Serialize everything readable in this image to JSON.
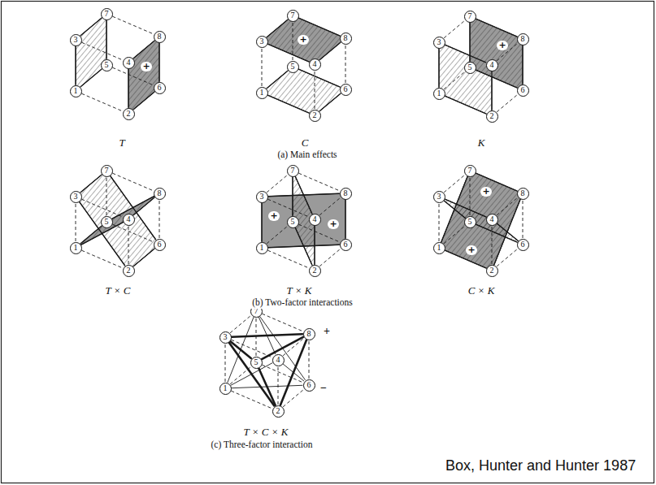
{
  "diagram": {
    "nodes": [
      {
        "text": [
          "1"
        ]
      },
      {
        "text": [
          "2"
        ]
      },
      {
        "text": [
          "3"
        ]
      },
      {
        "text": [
          "4"
        ]
      },
      {
        "text": [
          "5"
        ]
      },
      {
        "text": [
          "6"
        ]
      },
      {
        "text": [
          "7"
        ]
      },
      {
        "text": [
          "8"
        ]
      },
      {
        "text": [
          "1"
        ]
      },
      {
        "text": [
          "2"
        ]
      },
      {
        "text": [
          "3"
        ]
      },
      {
        "text": [
          "4"
        ]
      },
      {
        "text": [
          "5"
        ]
      },
      {
        "text": [
          "6"
        ]
      },
      {
        "text": [
          "7"
        ]
      },
      {
        "text": [
          "8"
        ]
      },
      {
        "text": [
          "1"
        ]
      },
      {
        "text": [
          "2"
        ]
      },
      {
        "text": [
          "3"
        ]
      },
      {
        "text": [
          "4"
        ]
      },
      {
        "text": [
          "5"
        ]
      },
      {
        "text": [
          "6"
        ]
      },
      {
        "text": [
          "7"
        ]
      },
      {
        "text": [
          "8"
        ]
      },
      {
        "text": [
          "1"
        ]
      },
      {
        "text": [
          "2"
        ]
      },
      {
        "text": [
          "3"
        ]
      },
      {
        "text": [
          "4"
        ]
      },
      {
        "text": [
          "5"
        ]
      },
      {
        "text": [
          "6"
        ]
      },
      {
        "text": [
          "7"
        ]
      },
      {
        "text": [
          "8"
        ]
      },
      {
        "text": [
          "1"
        ]
      },
      {
        "text": [
          "2"
        ]
      },
      {
        "text": [
          "3"
        ]
      },
      {
        "text": [
          "4"
        ]
      },
      {
        "text": [
          "5"
        ]
      },
      {
        "text": [
          "6"
        ]
      },
      {
        "text": [
          "7"
        ]
      },
      {
        "text": [
          "8"
        ]
      },
      {
        "text": [
          "1"
        ]
      },
      {
        "text": [
          "2"
        ]
      },
      {
        "text": [
          "3"
        ]
      },
      {
        "text": [
          "4"
        ]
      },
      {
        "text": [
          "5"
        ]
      },
      {
        "text": [
          "6"
        ]
      },
      {
        "text": [
          "7"
        ]
      },
      {
        "text": [
          "8"
        ]
      },
      {
        "text": [
          "1"
        ]
      },
      {
        "text": [
          "2"
        ]
      },
      {
        "text": [
          "3"
        ]
      },
      {
        "text": [
          "4"
        ]
      },
      {
        "text": [
          "5"
        ]
      },
      {
        "text": [
          "6"
        ]
      },
      {
        "text": [
          "7"
        ]
      },
      {
        "text": [
          "8"
        ]
      }
    ],
    "edges": [
      {
        "from": 0,
        "to": 1,
        "arrow": "none"
      },
      {
        "from": 2,
        "to": 3,
        "arrow": "none"
      },
      {
        "from": 4,
        "to": 5,
        "arrow": "none"
      },
      {
        "from": 6,
        "to": 7,
        "arrow": "none"
      },
      {
        "from": 0,
        "to": 2,
        "arrow": "none"
      },
      {
        "from": 1,
        "to": 3,
        "arrow": "none"
      },
      {
        "from": 4,
        "to": 6,
        "arrow": "none"
      },
      {
        "from": 5,
        "to": 7,
        "arrow": "none"
      },
      {
        "from": 0,
        "to": 4,
        "arrow": "none"
      },
      {
        "from": 1,
        "to": 5,
        "arrow": "none"
      },
      {
        "from": 2,
        "to": 6,
        "arrow": "none"
      },
      {
        "from": 3,
        "to": 7,
        "arrow": "none"
      },
      {
        "from": 8,
        "to": 9,
        "arrow": "none"
      },
      {
        "from": 10,
        "to": 11,
        "arrow": "none"
      },
      {
        "from": 12,
        "to": 13,
        "arrow": "none"
      },
      {
        "from": 14,
        "to": 15,
        "arrow": "none"
      },
      {
        "from": 8,
        "to": 10,
        "arrow": "none"
      },
      {
        "from": 9,
        "to": 11,
        "arrow": "none"
      },
      {
        "from": 12,
        "to": 14,
        "arrow": "none"
      },
      {
        "from": 13,
        "to": 15,
        "arrow": "none"
      },
      {
        "from": 8,
        "to": 12,
        "arrow": "none"
      },
      {
        "from": 9,
        "to": 13,
        "arrow": "none"
      },
      {
        "from": 10,
        "to": 14,
        "arrow": "none"
      },
      {
        "from": 11,
        "to": 15,
        "arrow": "none"
      },
      {
        "from": 16,
        "to": 17,
        "arrow": "none"
      },
      {
        "from": 18,
        "to": 19,
        "arrow": "none"
      },
      {
        "from": 20,
        "to": 21,
        "arrow": "none"
      },
      {
        "from": 22,
        "to": 23,
        "arrow": "none"
      },
      {
        "from": 16,
        "to": 18,
        "arrow": "none"
      },
      {
        "from": 17,
        "to": 19,
        "arrow": "none"
      },
      {
        "from": 20,
        "to": 22,
        "arrow": "none"
      },
      {
        "from": 21,
        "to": 23,
        "arrow": "none"
      },
      {
        "from": 16,
        "to": 20,
        "arrow": "none"
      },
      {
        "from": 17,
        "to": 21,
        "arrow": "none"
      },
      {
        "from": 18,
        "to": 22,
        "arrow": "none"
      },
      {
        "from": 19,
        "to": 23,
        "arrow": "none"
      },
      {
        "from": 24,
        "to": 25,
        "arrow": "none"
      },
      {
        "from": 26,
        "to": 27,
        "arrow": "none"
      },
      {
        "from": 28,
        "to": 29,
        "arrow": "none"
      },
      {
        "from": 30,
        "to": 31,
        "arrow": "none"
      },
      {
        "from": 24,
        "to": 26,
        "arrow": "none"
      },
      {
        "from": 25,
        "to": 27,
        "arrow": "none"
      },
      {
        "from": 28,
        "to": 30,
        "arrow": "none"
      },
      {
        "from": 29,
        "to": 31,
        "arrow": "none"
      },
      {
        "from": 24,
        "to": 28,
        "arrow": "none"
      },
      {
        "from": 25,
        "to": 29,
        "arrow": "none"
      },
      {
        "from": 26,
        "to": 30,
        "arrow": "none"
      },
      {
        "from": 27,
        "to": 31,
        "arrow": "none"
      },
      {
        "from": 24,
        "to": 27,
        "arrow": "none"
      },
      {
        "from": 28,
        "to": 31,
        "arrow": "none"
      },
      {
        "from": 25,
        "to": 26,
        "arrow": "none"
      },
      {
        "from": 29,
        "to": 30,
        "arrow": "none"
      },
      {
        "from": 32,
        "to": 33,
        "arrow": "none"
      },
      {
        "from": 34,
        "to": 35,
        "arrow": "none"
      },
      {
        "from": 36,
        "to": 37,
        "arrow": "none"
      },
      {
        "from": 38,
        "to": 39,
        "arrow": "none"
      },
      {
        "from": 32,
        "to": 34,
        "arrow": "none"
      },
      {
        "from": 33,
        "to": 35,
        "arrow": "none"
      },
      {
        "from": 36,
        "to": 38,
        "arrow": "none"
      },
      {
        "from": 37,
        "to": 39,
        "arrow": "none"
      },
      {
        "from": 32,
        "to": 36,
        "arrow": "none"
      },
      {
        "from": 33,
        "to": 37,
        "arrow": "none"
      },
      {
        "from": 34,
        "to": 38,
        "arrow": "none"
      },
      {
        "from": 35,
        "to": 39,
        "arrow": "none"
      },
      {
        "from": 32,
        "to": 37,
        "arrow": "none"
      },
      {
        "from": 34,
        "to": 39,
        "arrow": "none"
      },
      {
        "from": 33,
        "to": 36,
        "arrow": "none"
      },
      {
        "from": 35,
        "to": 38,
        "arrow": "none"
      },
      {
        "from": 40,
        "to": 41,
        "arrow": "none"
      },
      {
        "from": 42,
        "to": 43,
        "arrow": "none"
      },
      {
        "from": 44,
        "to": 45,
        "arrow": "none"
      },
      {
        "from": 46,
        "to": 47,
        "arrow": "none"
      },
      {
        "from": 40,
        "to": 42,
        "arrow": "none"
      },
      {
        "from": 41,
        "to": 43,
        "arrow": "none"
      },
      {
        "from": 44,
        "to": 46,
        "arrow": "none"
      },
      {
        "from": 45,
        "to": 47,
        "arrow": "none"
      },
      {
        "from": 40,
        "to": 44,
        "arrow": "none"
      },
      {
        "from": 41,
        "to": 45,
        "arrow": "none"
      },
      {
        "from": 42,
        "to": 46,
        "arrow": "none"
      },
      {
        "from": 43,
        "to": 47,
        "arrow": "none"
      },
      {
        "from": 40,
        "to": 46,
        "arrow": "none"
      },
      {
        "from": 41,
        "to": 47,
        "arrow": "none"
      },
      {
        "from": 42,
        "to": 44,
        "arrow": "none"
      },
      {
        "from": 43,
        "to": 45,
        "arrow": "none"
      },
      {
        "from": 48,
        "to": 49,
        "arrow": "none"
      },
      {
        "from": 50,
        "to": 51,
        "arrow": "none"
      },
      {
        "from": 52,
        "to": 53,
        "arrow": "none"
      },
      {
        "from": 54,
        "to": 55,
        "arrow": "none"
      },
      {
        "from": 48,
        "to": 50,
        "arrow": "none"
      },
      {
        "from": 49,
        "to": 51,
        "arrow": "none"
      },
      {
        "from": 52,
        "to": 54,
        "arrow": "none"
      },
      {
        "from": 53,
        "to": 55,
        "arrow": "none"
      },
      {
        "from": 48,
        "to": 52,
        "arrow": "none"
      },
      {
        "from": 49,
        "to": 53,
        "arrow": "none"
      },
      {
        "from": 50,
        "to": 54,
        "arrow": "none"
      },
      {
        "from": 51,
        "to": 55,
        "arrow": "none"
      },
      {
        "from": 49,
        "to": 50,
        "arrow": "none"
      },
      {
        "from": 49,
        "to": 52,
        "arrow": "none"
      },
      {
        "from": 49,
        "to": 55,
        "arrow": "none"
      },
      {
        "from": 50,
        "to": 52,
        "arrow": "none"
      },
      {
        "from": 50,
        "to": 55,
        "arrow": "none"
      },
      {
        "from": 52,
        "to": 55,
        "arrow": "none"
      },
      {
        "from": 48,
        "to": 51,
        "arrow": "none"
      },
      {
        "from": 48,
        "to": 53,
        "arrow": "none"
      },
      {
        "from": 48,
        "to": 54,
        "arrow": "none"
      },
      {
        "from": 51,
        "to": 53,
        "arrow": "none"
      },
      {
        "from": 51,
        "to": 54,
        "arrow": "none"
      },
      {
        "from": 53,
        "to": 54,
        "arrow": "none"
      }
    ],
    "labels": [
      "+",
      "T",
      "+",
      "C",
      "+",
      "K",
      "(a) Main effects",
      "T × C",
      "+",
      "+",
      "T × K",
      "+",
      "+",
      "C × K",
      "(b) Two-factor interactions",
      "+",
      "−",
      "T × C × K",
      "(c) Three-factor interaction",
      "Box, Hunter and Hunter 1987"
    ]
  }
}
